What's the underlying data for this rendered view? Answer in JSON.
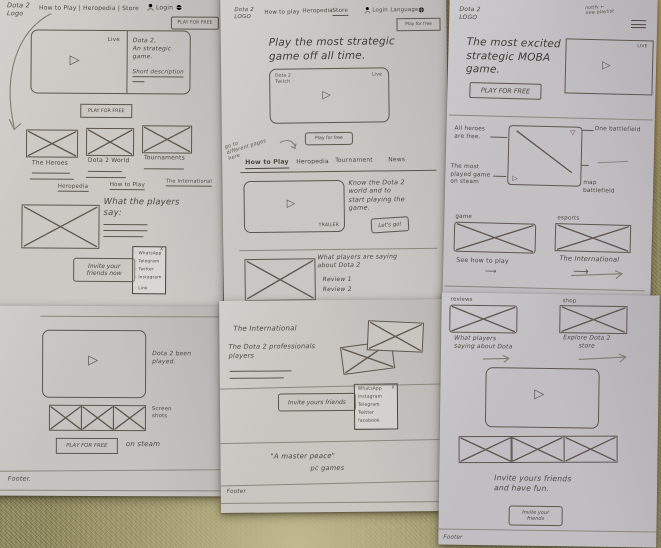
{
  "icons": {
    "play": "▷",
    "play_down": "▽",
    "arrow": "⟶",
    "close_x": "X"
  },
  "sheet1": {
    "logo": "Dota 2\nLogo",
    "nav": "How to Play | Heropedia | Store",
    "login_label": "Login",
    "cta_top": "PLAY FOR FREE",
    "hero_live": "Live",
    "hero_desc": "Dota 2,\nAn strategic\ngame.",
    "hero_desc2": "Short description",
    "cta_mid": "PLAY FOR FREE",
    "cards": [
      {
        "label": "The Heroes",
        "link": "Heropedia"
      },
      {
        "label": "Dota 2 World",
        "link": "How to Play"
      },
      {
        "label": "Tournaments",
        "link": "The International"
      }
    ],
    "say_title": "What the players\nsay:",
    "invite_label": "Invite your\nfriends now",
    "share_items": [
      "- WhatsApp",
      "- Telegram",
      "- Twitter",
      "- Instagram",
      "- Link"
    ]
  },
  "sheet2": {
    "logo": "Dota 2\nLOGO",
    "nav_items": [
      "How to play",
      "Heropedia",
      "Store"
    ],
    "login_label": "Login",
    "language_label": "Language",
    "cta_top": "Play for free",
    "headline": "Play the most strategic\ngame off all time.",
    "video_brand": "Dota 2\nTwitch",
    "video_live": "Live",
    "cta_mid": "Play for free",
    "note": "go to\ndifferent pages\nhere",
    "tabs": [
      "How to Play",
      "Heropedia",
      "Tournament",
      "News"
    ],
    "trailer_label": "TRAILER",
    "know_text": "Know the Dota 2\nworld and to\nstart playing the\ngame.",
    "lets_go": "Let's go!",
    "saying_text": "What players are saying\nabout Dota 2",
    "review1": "Review 1",
    "review2": "Review 2"
  },
  "sheet3": {
    "logo": "Dota 2\nLOGO",
    "note": "notify ←\nnew playlist",
    "headline": "The most excited\nstrategic MOBA\ngame.",
    "cta": "PLAY FOR FREE",
    "video_live": "LIVE",
    "callout_heroes": "All heroes\nare free.",
    "callout_played": "The most\nplayed game\non steam",
    "callout_battlefield": "One battlefield",
    "callout_map": "map\nbattlefield",
    "thumb1_label": "game",
    "thumb2_label": "esports",
    "caption1": "See how to play",
    "caption2": "The International"
  },
  "sheet4": {
    "video_caption": "Dota 2 been\nplayed.",
    "screenshots_label": "Screen\nshots",
    "cta": "PLAY FOR FREE",
    "steam_label": "on steam",
    "footer": "Footer."
  },
  "sheet5": {
    "heading": "The International",
    "subheading": "The Dota 2 professionals\nplayers",
    "invite_label": "Invite yours friends",
    "share_header": "WhatsApp",
    "share_items": [
      "Instagram",
      "Telegram",
      "Twitter",
      "facebook"
    ],
    "quote1": "\"A master peace\"",
    "quote2": "pc games",
    "footer": "Footer"
  },
  "sheet6": {
    "thumb1_label": "reviews",
    "thumb2_label": "shop",
    "caption1": "What players\nsaying about Dota",
    "caption2": "Explore Dota 2\nstore",
    "invite_text": "Invite yours friends\nand have fun.",
    "invite_button": "Invite your\nfriends",
    "footer": "Footer"
  }
}
